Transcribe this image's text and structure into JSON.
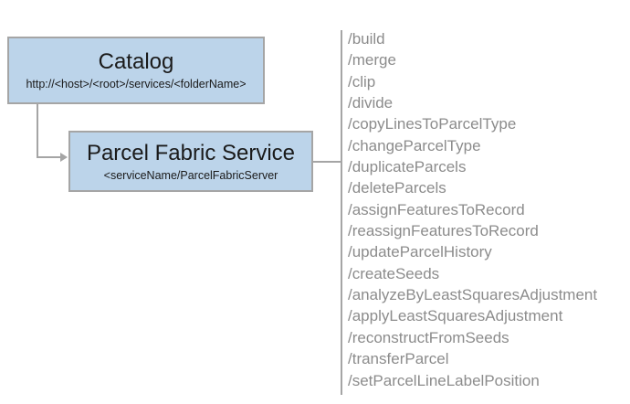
{
  "catalog": {
    "title": "Catalog",
    "subtitle": "http://<host>/<root>/services/<folderName>"
  },
  "service": {
    "title": "Parcel Fabric Service",
    "subtitle": "<serviceName/ParcelFabricServer"
  },
  "endpoints": [
    "/build",
    "/merge",
    "/clip",
    "/divide",
    "/copyLinesToParcelType",
    "/changeParcelType",
    "/duplicateParcels",
    "/deleteParcels",
    "/assignFeaturesToRecord",
    "/reassignFeaturesToRecord",
    "/updateParcelHistory",
    "/createSeeds",
    "/analyzeByLeastSquaresAdjustment",
    "/applyLeastSquaresAdjustment",
    "/reconstructFromSeeds",
    "/transferParcel",
    "/setParcelLineLabelPosition"
  ],
  "colors": {
    "box_fill": "#BCD4EA",
    "box_border": "#A5A5A5",
    "connector": "#A5A5A5",
    "endpoint_text": "#8C8C8C",
    "title_text": "#1A1A1A"
  }
}
